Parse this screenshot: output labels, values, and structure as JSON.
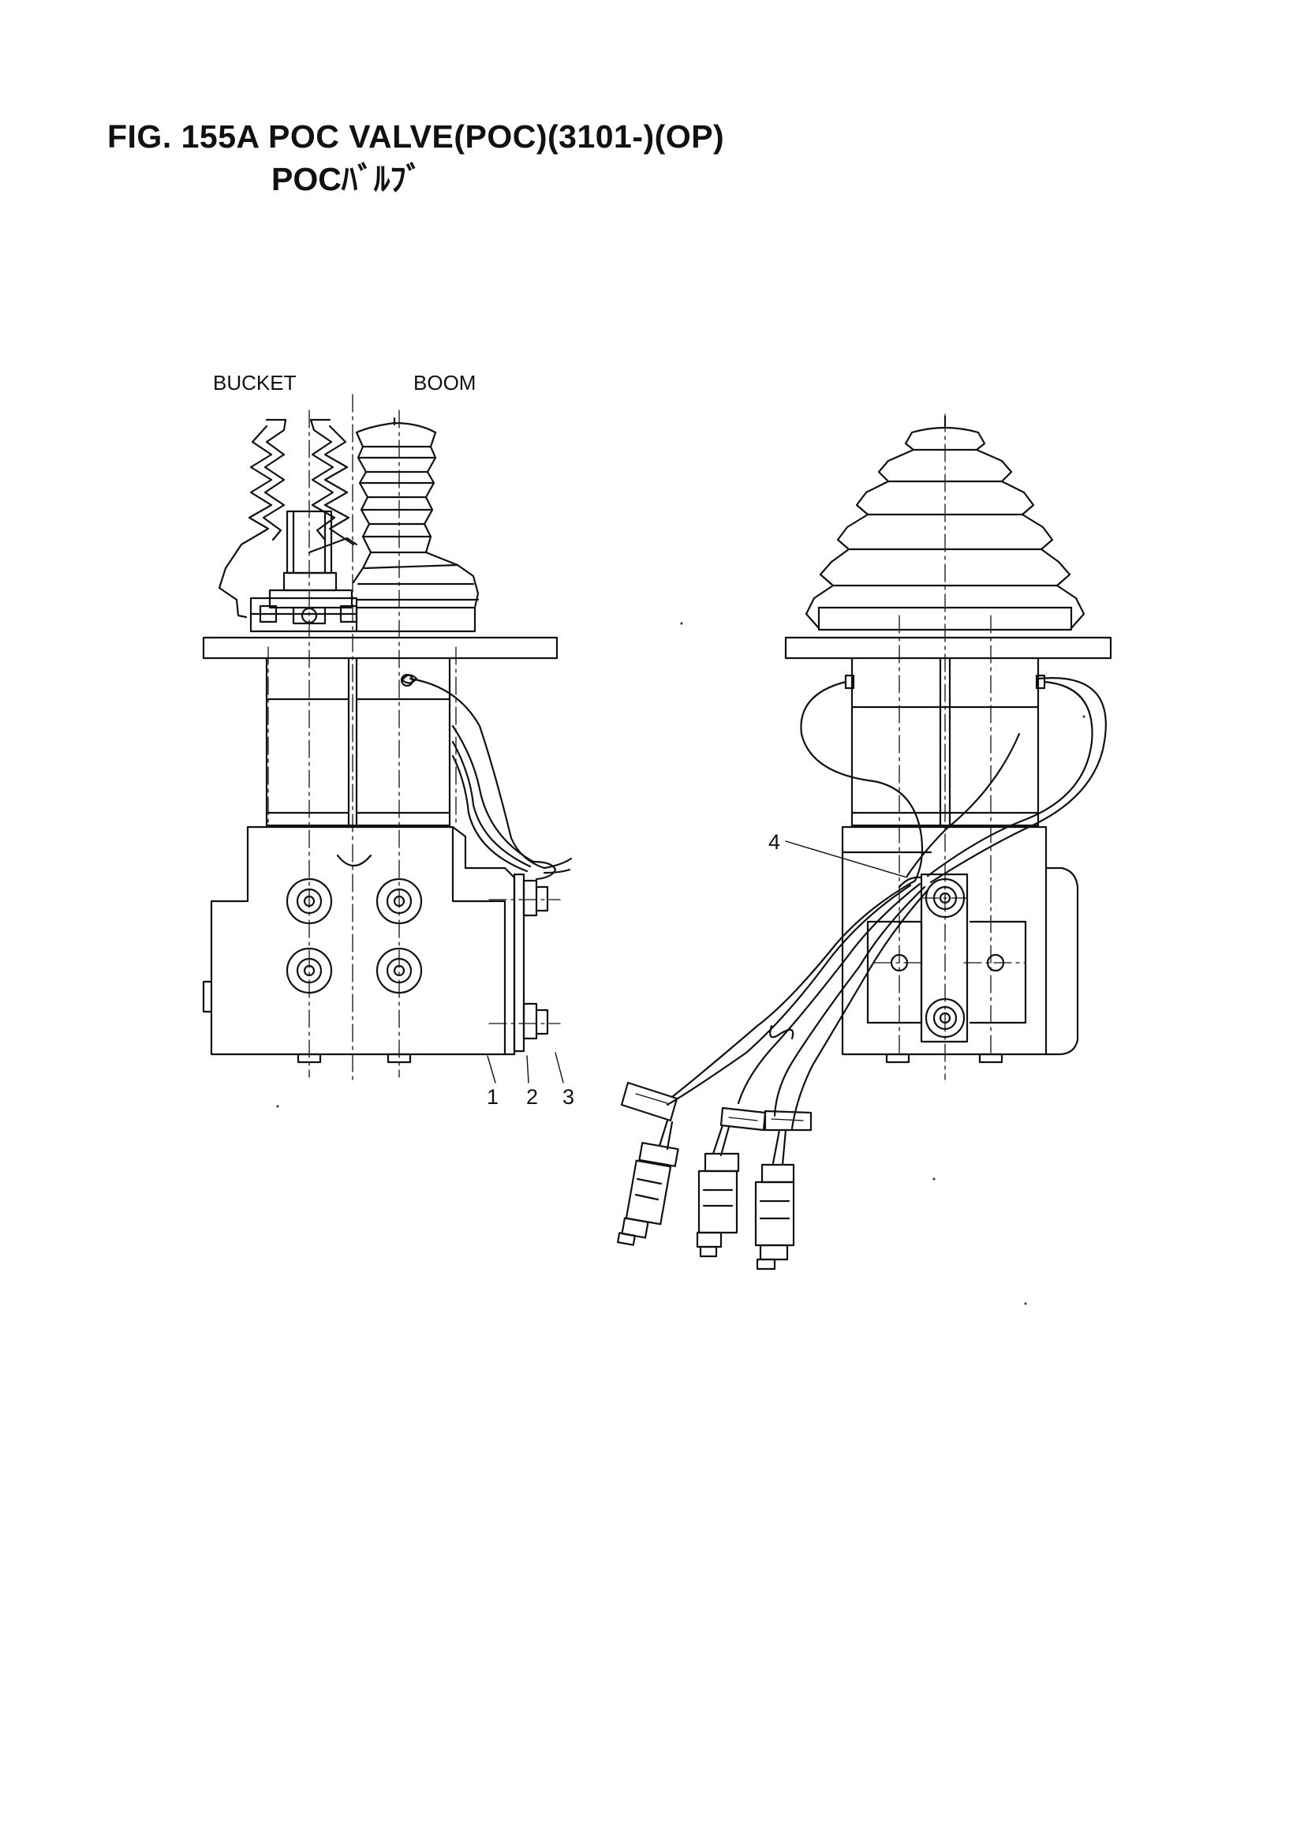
{
  "title": {
    "line1": "FIG. 155A  POC VALVE(POC)(3101-)(OP)",
    "line2": "POCﾊﾞﾙﾌﾞ"
  },
  "view_labels": {
    "bucket": "BUCKET",
    "boom": "BOOM"
  },
  "callouts": [
    {
      "id": "1",
      "label": "1"
    },
    {
      "id": "2",
      "label": "2"
    },
    {
      "id": "3",
      "label": "3"
    },
    {
      "id": "4",
      "label": "4"
    }
  ],
  "colors": {
    "line": "#111111",
    "background": "#ffffff"
  }
}
